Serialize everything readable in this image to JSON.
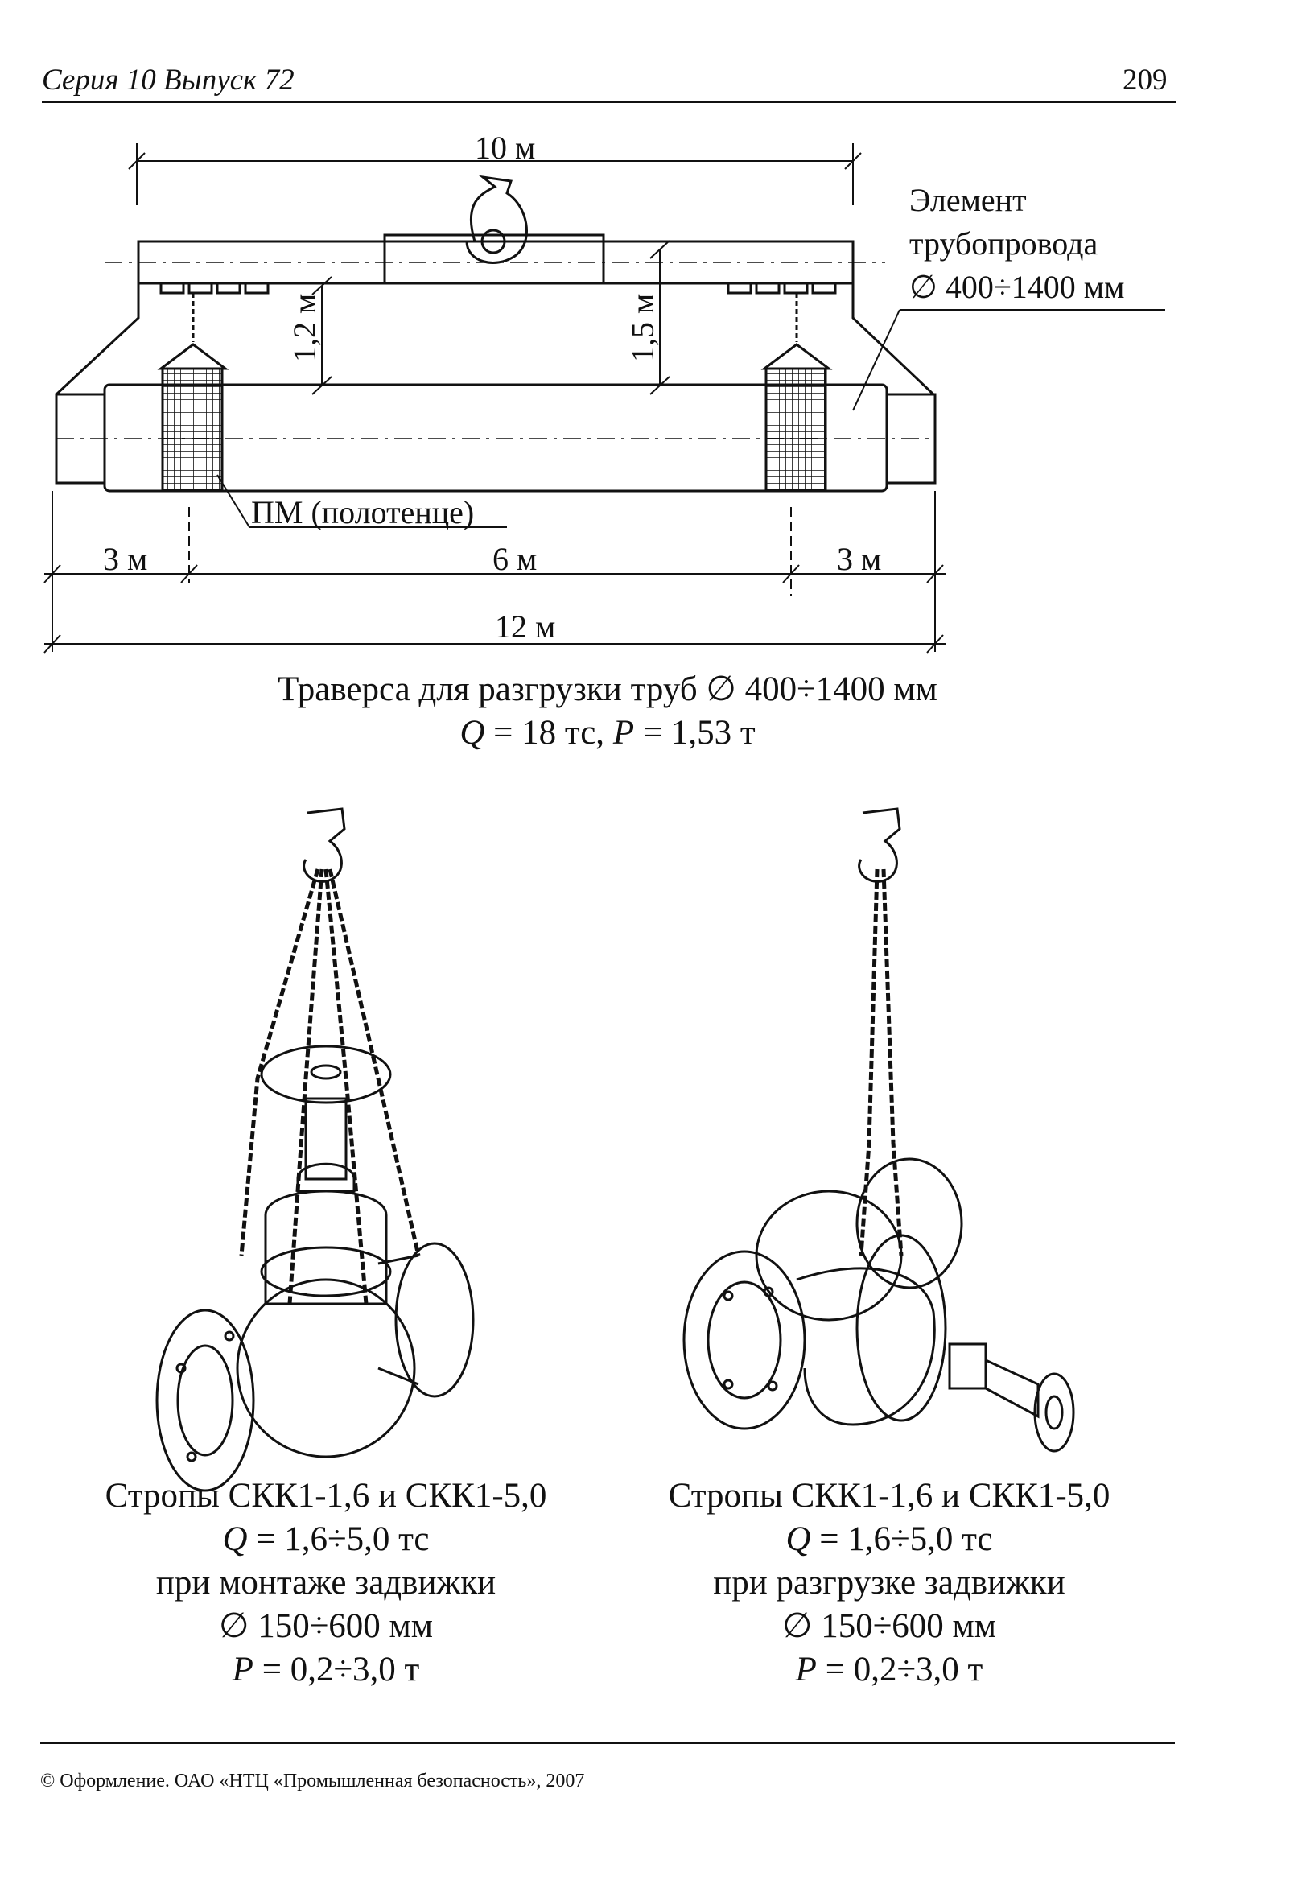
{
  "header": {
    "series": "Серия 10 Выпуск 72",
    "page_number": "209"
  },
  "traverse_figure": {
    "dim_top": "10 м",
    "element_label_lines": [
      "Элемент",
      "трубопровода",
      "∅ 400÷1400 мм"
    ],
    "height_left": "1,2 м",
    "height_right": "1,5 м",
    "towel_label": "ПМ (полотенце)",
    "dim_left": "3 м",
    "dim_middle": "6 м",
    "dim_right": "3 м",
    "dim_total": "12 м",
    "caption_line1": "Траверса для разгрузки труб ∅ 400÷1400 мм",
    "caption_q": "Q",
    "caption_q_value": " = 18 тс, ",
    "caption_p": "P",
    "caption_p_value": " = 1,53 т"
  },
  "left_figure": {
    "title": "Стропы СКК1-1,6 и СКК1-5,0",
    "q": "Q",
    "q_value": " = 1,6÷5,0 тс",
    "purpose": "при монтаже задвижки",
    "diameter": "∅ 150÷600 мм",
    "p": "P",
    "p_value": " = 0,2÷3,0 т"
  },
  "right_figure": {
    "title": "Стропы СКК1-1,6 и СКК1-5,0",
    "q": "Q",
    "q_value": " = 1,6÷5,0 тс",
    "purpose": "при разгрузке задвижки",
    "diameter": "∅ 150÷600 мм",
    "p": "P",
    "p_value": " = 0,2÷3,0 т"
  },
  "footer": {
    "copyright": "© Оформление. ОАО «НТЦ «Промышленная безопасность», 2007"
  }
}
